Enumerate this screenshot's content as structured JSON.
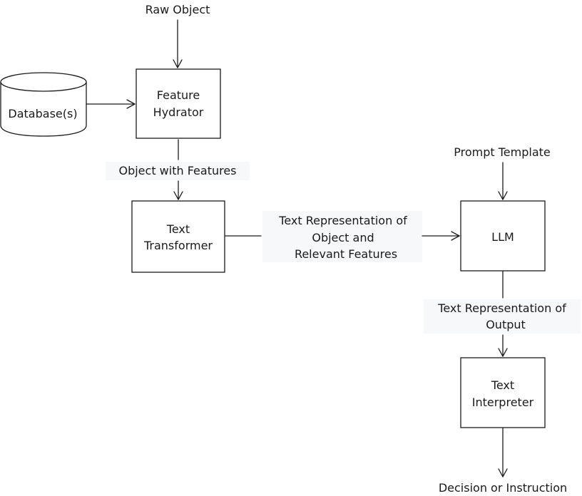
{
  "inputs": {
    "raw_object": "Raw Object",
    "prompt_template": "Prompt Template"
  },
  "nodes": {
    "database": "Database(s)",
    "feature_hydrator": [
      "Feature",
      "Hydrator"
    ],
    "text_transformer": [
      "Text",
      "Transformer"
    ],
    "llm": "LLM",
    "text_interpreter": [
      "Text",
      "Interpreter"
    ]
  },
  "edges": {
    "object_with_features": "Object with Features",
    "text_representation_object": [
      "Text Representation of",
      "Object and",
      "Relevant Features"
    ],
    "text_representation_output": [
      "Text Representation of",
      "Output"
    ]
  },
  "outputs": {
    "decision": "Decision or Instruction"
  },
  "colors": {
    "stroke": "#1a1a1a",
    "label_background": "#f7f8fa"
  }
}
